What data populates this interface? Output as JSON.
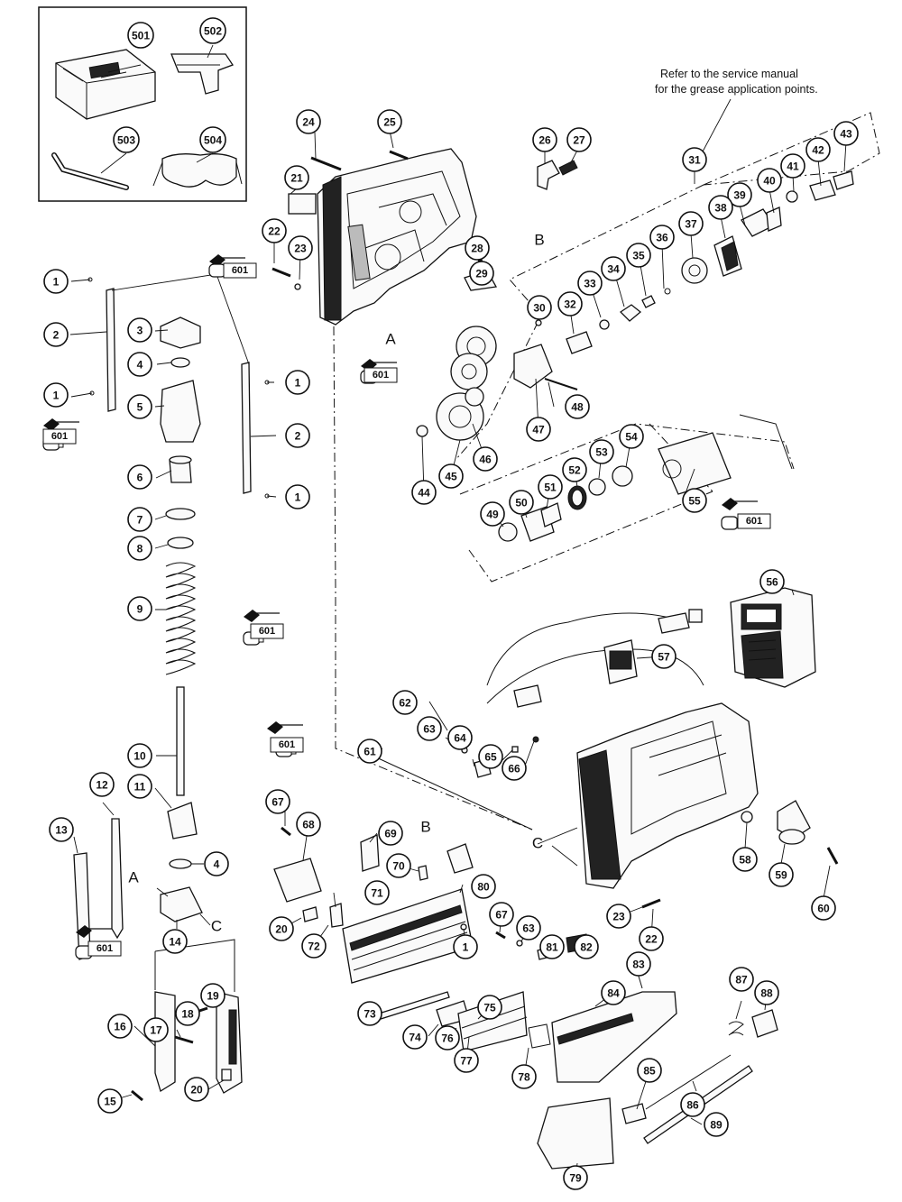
{
  "note": {
    "line1": "Refer to the service manual",
    "line2": "for the grease application points."
  },
  "grease_tag": "601",
  "letters": [
    "A",
    "B",
    "C",
    "A",
    "B",
    "C"
  ],
  "callouts": [
    "501",
    "502",
    "503",
    "504",
    "24",
    "25",
    "26",
    "27",
    "31",
    "43",
    "21",
    "42",
    "40",
    "41",
    "39",
    "22",
    "23",
    "38",
    "37",
    "28",
    "36",
    "35",
    "34",
    "33",
    "29",
    "32",
    "30",
    "1",
    "1",
    "2",
    "3",
    "4",
    "5",
    "1",
    "2",
    "1",
    "47",
    "48",
    "46",
    "45",
    "44",
    "54",
    "53",
    "52",
    "51",
    "50",
    "49",
    "55",
    "6",
    "7",
    "8",
    "9",
    "56",
    "57",
    "10",
    "62",
    "63",
    "64",
    "65",
    "66",
    "61",
    "11",
    "12",
    "13",
    "4",
    "67",
    "68",
    "69",
    "70",
    "71",
    "80",
    "14",
    "20",
    "72",
    "1",
    "67",
    "63",
    "81",
    "82",
    "83",
    "73",
    "75",
    "84",
    "74",
    "76",
    "77",
    "78",
    "18",
    "19",
    "17",
    "16",
    "15",
    "20",
    "58",
    "59",
    "60",
    "23",
    "22",
    "87",
    "88",
    "86",
    "85",
    "89",
    "79"
  ]
}
